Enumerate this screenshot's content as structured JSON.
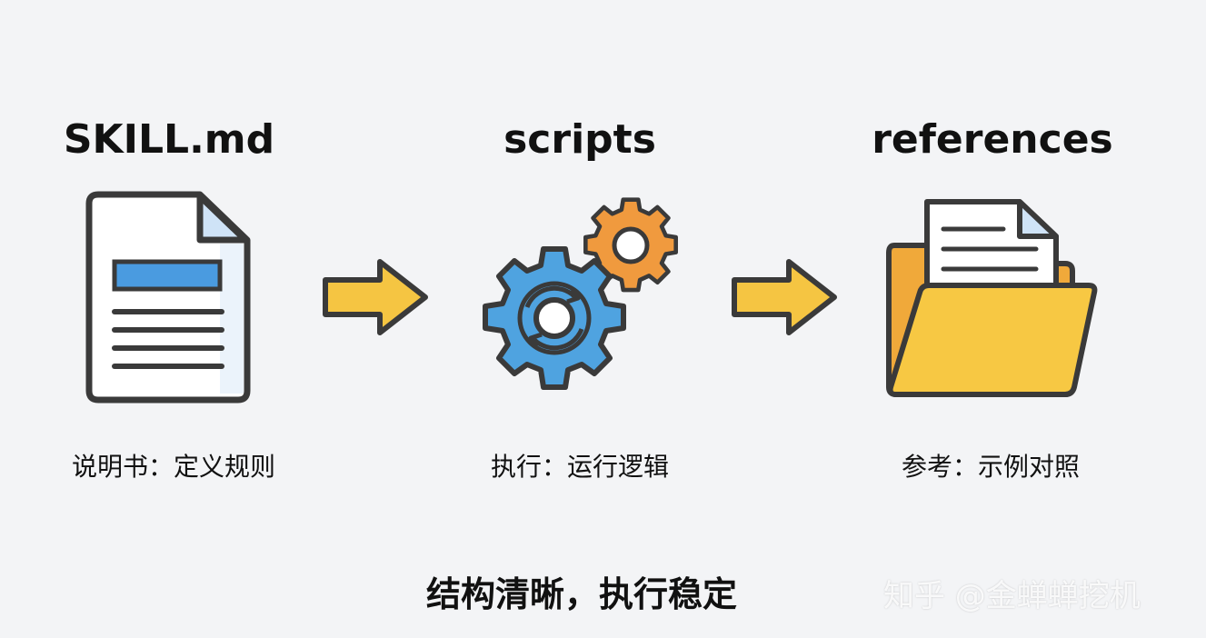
{
  "steps": [
    {
      "title": "SKILL.md",
      "caption": "说明书：定义规则",
      "icon": "document-icon"
    },
    {
      "title": "scripts",
      "caption": "执行：运行逻辑",
      "icon": "gears-icon"
    },
    {
      "title": "references",
      "caption": "参考：示例对照",
      "icon": "folder-icon"
    }
  ],
  "arrows": [
    "arrow-right-icon",
    "arrow-right-icon"
  ],
  "footer": "结构清晰，执行稳定",
  "watermark": "知乎 @金蝉蝉挖机",
  "colors": {
    "arrow": "#f5c542",
    "doc_blue": "#4a9be0",
    "gear_blue": "#4fa3e0",
    "gear_orange": "#f09a3e",
    "folder_yellow": "#f7c843",
    "outline": "#3a3a3a",
    "background": "#f3f4f6"
  }
}
